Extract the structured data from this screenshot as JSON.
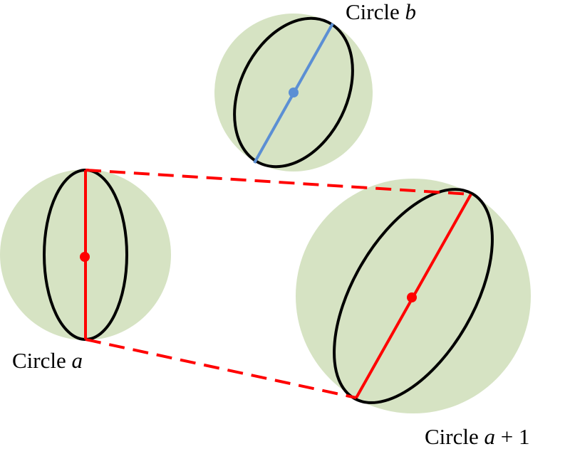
{
  "colors": {
    "disc_fill": "#d6e3c3",
    "ellipse_stroke": "#000000",
    "red": "#ff0000",
    "blue": "#5b8fd4"
  },
  "labels": {
    "circle_b": {
      "prefix": "Circle ",
      "var": "b"
    },
    "circle_a": {
      "prefix": "Circle ",
      "var": "a"
    },
    "circle_a1": {
      "prefix": "Circle ",
      "var": "a",
      "suffix": " + 1"
    }
  }
}
